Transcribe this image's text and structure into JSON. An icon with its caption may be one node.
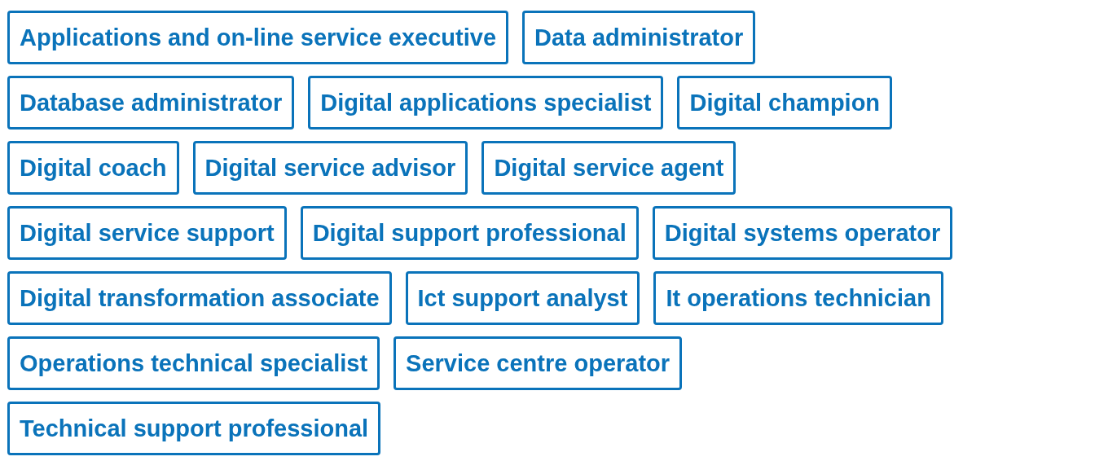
{
  "diagram": {
    "nodes": [
      {
        "text": [
          "Applications and on-line service executive"
        ]
      },
      {
        "text": [
          "Data administrator"
        ]
      },
      {
        "text": [
          "Database administrator"
        ]
      },
      {
        "text": [
          "Digital applications specialist"
        ]
      },
      {
        "text": [
          "Digital champion"
        ]
      },
      {
        "text": [
          "Digital coach"
        ]
      },
      {
        "text": [
          "Digital service advisor"
        ]
      },
      {
        "text": [
          "Digital service agent"
        ]
      },
      {
        "text": [
          "Digital service support"
        ]
      },
      {
        "text": [
          "Digital support professional"
        ]
      },
      {
        "text": [
          "Digital systems operator"
        ]
      },
      {
        "text": [
          "Digital transformation associate"
        ]
      },
      {
        "text": [
          "Ict support analyst"
        ]
      },
      {
        "text": [
          "It operations technician"
        ]
      },
      {
        "text": [
          "Operations technical specialist"
        ]
      },
      {
        "text": [
          "Service centre operator"
        ]
      },
      {
        "text": [
          "Technical support professional"
        ]
      }
    ]
  }
}
